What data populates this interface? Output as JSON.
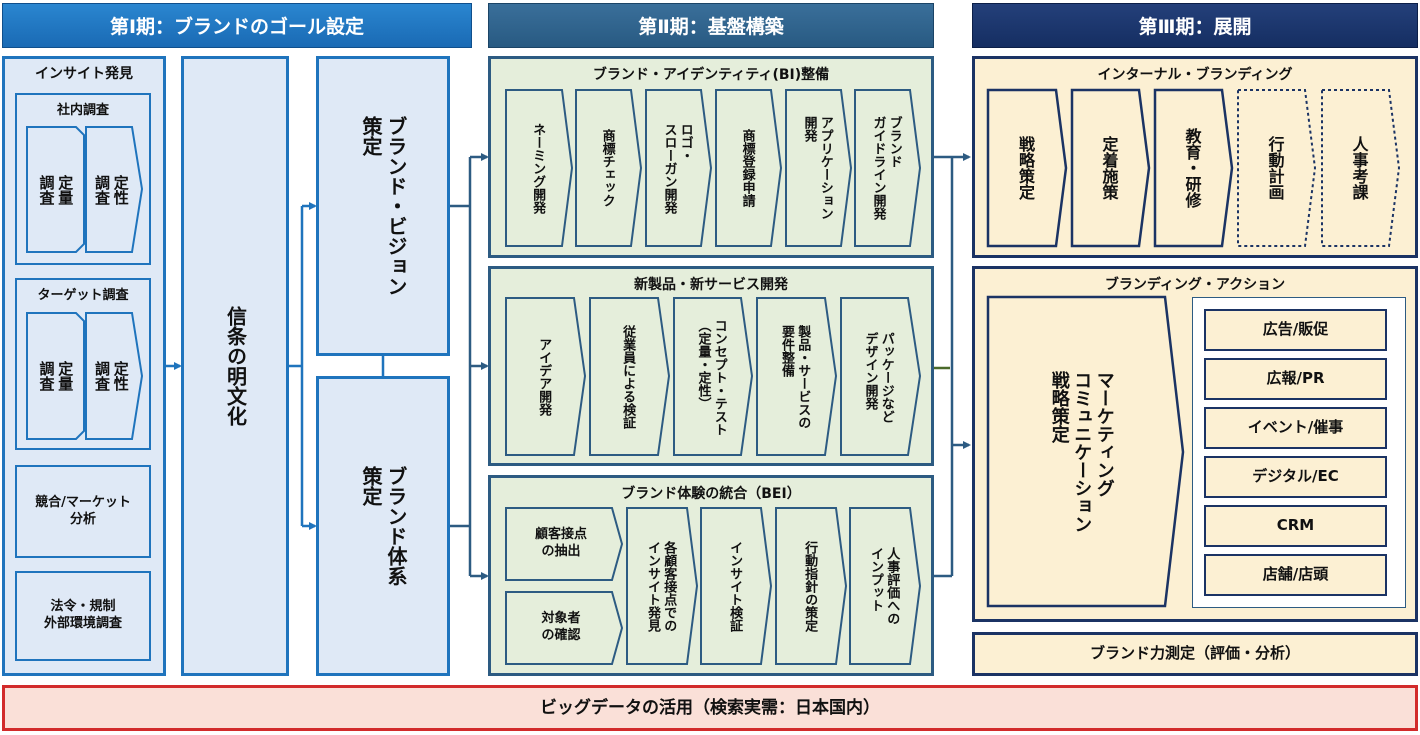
{
  "phases": {
    "p1": "第Ⅰ期：ブランドのゴール設定",
    "p2": "第Ⅱ期：基盤構築",
    "p3": "第Ⅲ期：展開"
  },
  "phase1": {
    "insight": {
      "title": "インサイト発見",
      "internal": {
        "title": "社内調査",
        "items": [
          "定量\n調査",
          "定性\n調査"
        ]
      },
      "target": {
        "title": "ターゲット調査",
        "items": [
          "定量\n調査",
          "定性\n調査"
        ]
      },
      "market": "競合/マーケット\n分析",
      "legal": "法令・規制\n外部環境調査"
    },
    "belief": "信条の明文化",
    "vision": "ブランド・ビジョン\n策定",
    "system": "ブランド体系\n策定"
  },
  "phase2": {
    "bi": {
      "title": "ブランド・アイデンティティ(BI)整備",
      "items": [
        "ネーミング開発",
        "商標チェック",
        "ロゴ・\nスローガン開発",
        "商標登録申請",
        "アプリケーション\n開発",
        "ブランド\nガイドライン開発"
      ]
    },
    "product": {
      "title": "新製品・新サービス開発",
      "items": [
        "アイデア開発",
        "従業員による検証",
        "コンセプト・テスト\n（定量・定性）",
        "製品・サービスの\n要件整備",
        "パッケージなど\nデザイン開発"
      ]
    },
    "bei": {
      "title": "ブランド体験の統合（BEI）",
      "left": [
        "顧客接点\nの抽出",
        "対象者\nの確認"
      ],
      "items": [
        "各顧客接点での\nインサイト発見",
        "インサイト検証",
        "行動指針の策定",
        "人事評価への\nインプット"
      ]
    }
  },
  "phase3": {
    "internal": {
      "title": "インターナル・ブランディング",
      "items": [
        "戦略策定",
        "定着施策",
        "教育・研修",
        "行動計画",
        "人事考課"
      ]
    },
    "action": {
      "title": "ブランディング・アクション",
      "strategy": "マーケティング\nコミュニケーション\n戦略策定",
      "items": [
        "広告/販促",
        "広報/PR",
        "イベント/催事",
        "デジタル/EC",
        "CRM",
        "店舗/店頭"
      ]
    },
    "measure": "ブランド力測定（評価・分析）"
  },
  "bigdata": "ビッグデータの活用（検索実需：日本国内）"
}
